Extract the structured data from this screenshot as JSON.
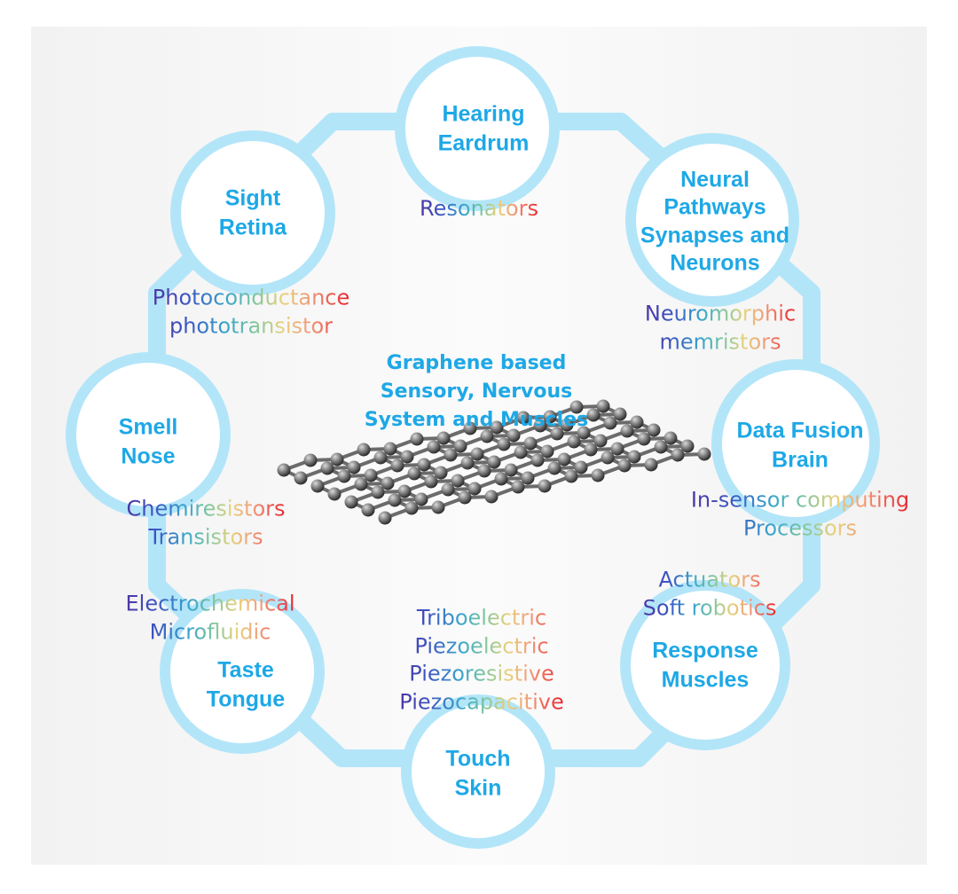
{
  "center": {
    "title_lines": [
      "Graphene based",
      "Sensory, Nervous",
      "System and Muscles"
    ]
  },
  "nodes": [
    {
      "id": "hearing",
      "title_lines": [
        "Hearing",
        "Eardrum"
      ],
      "tech_lines": [
        "Resonators"
      ]
    },
    {
      "id": "neural",
      "title_lines": [
        "Neural",
        "Pathways",
        "Synapses and",
        "Neurons"
      ],
      "tech_lines": [
        "Neuromorphic",
        "memristors"
      ]
    },
    {
      "id": "brain",
      "title_lines": [
        "Data Fusion",
        "Brain"
      ],
      "tech_lines": [
        "In-sensor computing",
        "Processors"
      ]
    },
    {
      "id": "muscles",
      "title_lines": [
        "Response",
        "Muscles"
      ],
      "tech_lines": [
        "Actuators",
        "Soft robotics"
      ]
    },
    {
      "id": "skin",
      "title_lines": [
        "Touch",
        "Skin"
      ],
      "tech_lines": [
        "Triboelectric",
        "Piezoelectric",
        "Piezoresistive",
        "Piezocapacitive"
      ]
    },
    {
      "id": "tongue",
      "title_lines": [
        "Taste",
        "Tongue"
      ],
      "tech_lines": [
        "Electrochemical",
        "Microfluidic"
      ]
    },
    {
      "id": "nose",
      "title_lines": [
        "Smell",
        "Nose"
      ],
      "tech_lines": [
        "Chemiresistors",
        "Transistors"
      ]
    },
    {
      "id": "retina",
      "title_lines": [
        "Sight",
        "Retina"
      ],
      "tech_lines": [
        "Photoconductance",
        "phototransistor"
      ]
    }
  ],
  "colors": {
    "ring": "#b3e5f9",
    "circle_fill": "#ffffff",
    "title_blue": "#1ea8e6",
    "gradient": [
      "#4d35a3",
      "#3c56c2",
      "#3aa7cc",
      "#7ec69e",
      "#e8d27c",
      "#f09a7a",
      "#e8232d"
    ]
  }
}
